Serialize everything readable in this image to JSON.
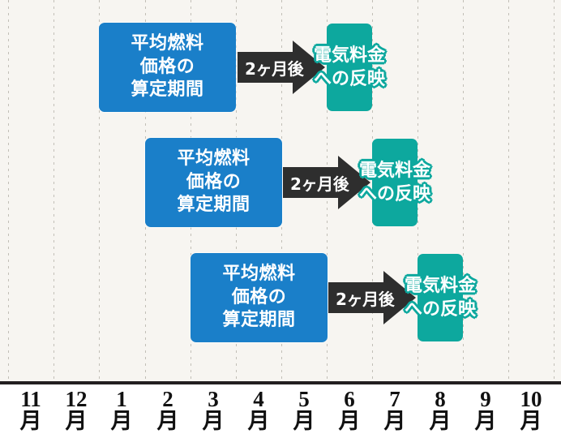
{
  "diagram": {
    "type": "timeline-flow",
    "background_color": "#f7f5f1",
    "calc_box_color": "#1a7fc9",
    "reflect_box_color": "#0da89e",
    "arrow_color": "#2e2e2e",
    "axis_color": "#231f20"
  },
  "axis": {
    "months": [
      {
        "num": "11",
        "kan": "月"
      },
      {
        "num": "12",
        "kan": "月"
      },
      {
        "num": "1",
        "kan": "月"
      },
      {
        "num": "2",
        "kan": "月"
      },
      {
        "num": "3",
        "kan": "月"
      },
      {
        "num": "4",
        "kan": "月"
      },
      {
        "num": "5",
        "kan": "月"
      },
      {
        "num": "6",
        "kan": "月"
      },
      {
        "num": "7",
        "kan": "月"
      },
      {
        "num": "8",
        "kan": "月"
      },
      {
        "num": "9",
        "kan": "月"
      },
      {
        "num": "10",
        "kan": "月"
      }
    ]
  },
  "rows": [
    {
      "calc_label": "平均燃料\n価格の\n算定期間",
      "arrow_label": "2ヶ月後",
      "reflect_label": "電気料金\nへの反映",
      "calc_start_month": "1月",
      "calc_end_month": "3月",
      "reflect_month": "6月"
    },
    {
      "calc_label": "平均燃料\n価格の\n算定期間",
      "arrow_label": "2ヶ月後",
      "reflect_label": "電気料金\nへの反映",
      "calc_start_month": "2月",
      "calc_end_month": "4月",
      "reflect_month": "7月"
    },
    {
      "calc_label": "平均燃料\n価格の\n算定期間",
      "arrow_label": "2ヶ月後",
      "reflect_label": "電気料金\nへの反映",
      "calc_start_month": "3月",
      "calc_end_month": "5月",
      "reflect_month": "8月"
    }
  ]
}
